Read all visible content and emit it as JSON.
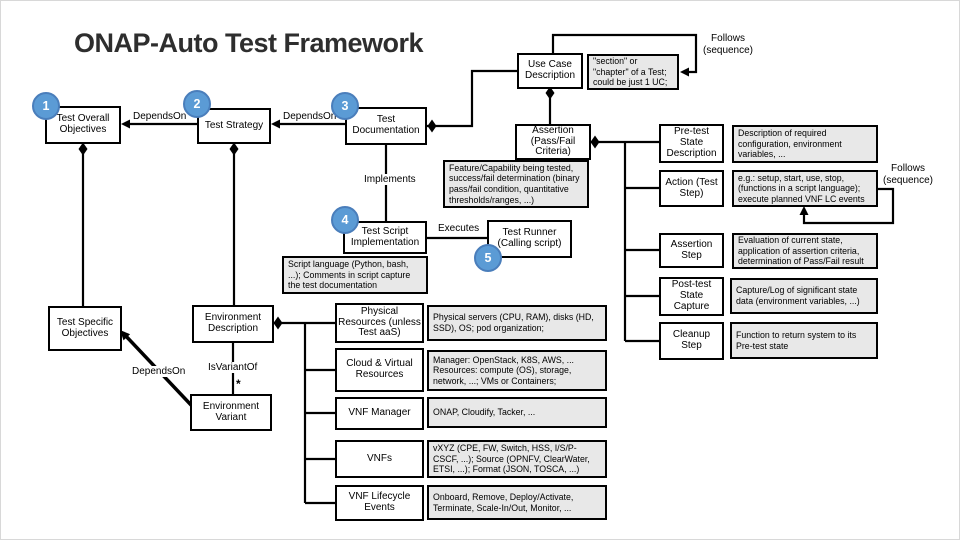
{
  "title": "ONAP-Auto Test Framework",
  "steps": {
    "s1": "1",
    "s2": "2",
    "s3": "3",
    "s4": "4",
    "s5": "5"
  },
  "entities": {
    "test_overall_objectives": "Test Overall Objectives",
    "test_strategy": "Test Strategy",
    "test_documentation": "Test Documentation",
    "use_case_description": "Use Case Description",
    "assertion": "Assertion (Pass/Fail Criteria)",
    "test_script_implementation": "Test Script Implementation",
    "test_runner": "Test Runner (Calling script)",
    "test_specific_objectives": "Test Specific Objectives",
    "environment_description": "Environment Description",
    "environment_variant": "Environment Variant",
    "physical_resources": "Physical Resources (unless Test aaS)",
    "cloud_virtual_resources": "Cloud & Virtual Resources",
    "vnf_manager": "VNF Manager",
    "vnfs": "VNFs",
    "vnf_lifecycle_events": "VNF Lifecycle Events",
    "pre_test_state_description": "Pre-test State Description",
    "action_test_step": "Action (Test Step)",
    "assertion_step": "Assertion Step",
    "post_test_state_capture": "Post-test State Capture",
    "cleanup_step": "Cleanup Step"
  },
  "notes": {
    "use_case": "\"section\" or \"chapter\" of a Test; could be just 1 UC;",
    "assertion": "Feature/Capability being tested, success/fail determination (binary pass/fail condition, quantitative thresholds/ranges, ...)",
    "script": "Script language (Python, bash, ...); Comments in script capture the test documentation",
    "physical": "Physical servers (CPU, RAM), disks (HD, SSD), OS; pod organization;",
    "cloud": "Manager: OpenStack, K8S, AWS, ... Resources: compute (OS), storage, network, ...; VMs or Containers;",
    "vnf_manager": "ONAP, Cloudify, Tacker, ...",
    "vnfs": "vXYZ (CPE, FW, Switch, HSS, I/S/P-CSCF, ...); Source (OPNFV, ClearWater, ETSI, ...); Format (JSON, TOSCA, ...)",
    "vnf_lifecycle": "Onboard, Remove, Deploy/Activate, Terminate, Scale-In/Out, Monitor, ...",
    "pre_test": "Description of required configuration, environment variables, ...",
    "action": "e.g.: setup, start, use, stop, (functions in a script language); execute planned VNF LC events",
    "assertion_step": "Evaluation of current state, application of assertion criteria, determination of Pass/Fail result",
    "post_test": "Capture/Log of significant state data (environment variables, ...)",
    "cleanup": "Function to return system to its Pre-test state"
  },
  "relations": {
    "depends_on": "DependsOn",
    "implements": "Implements",
    "executes": "Executes",
    "is_variant_of": "IsVariantOf",
    "follows": "Follows\n(sequence)",
    "multiplicity_star": "*"
  },
  "colors": {
    "badge_fill": "#5b9bd5",
    "badge_border": "#4a7ebb",
    "note_fill": "#e8e8e8",
    "line": "#000000",
    "background": "#ffffff"
  }
}
